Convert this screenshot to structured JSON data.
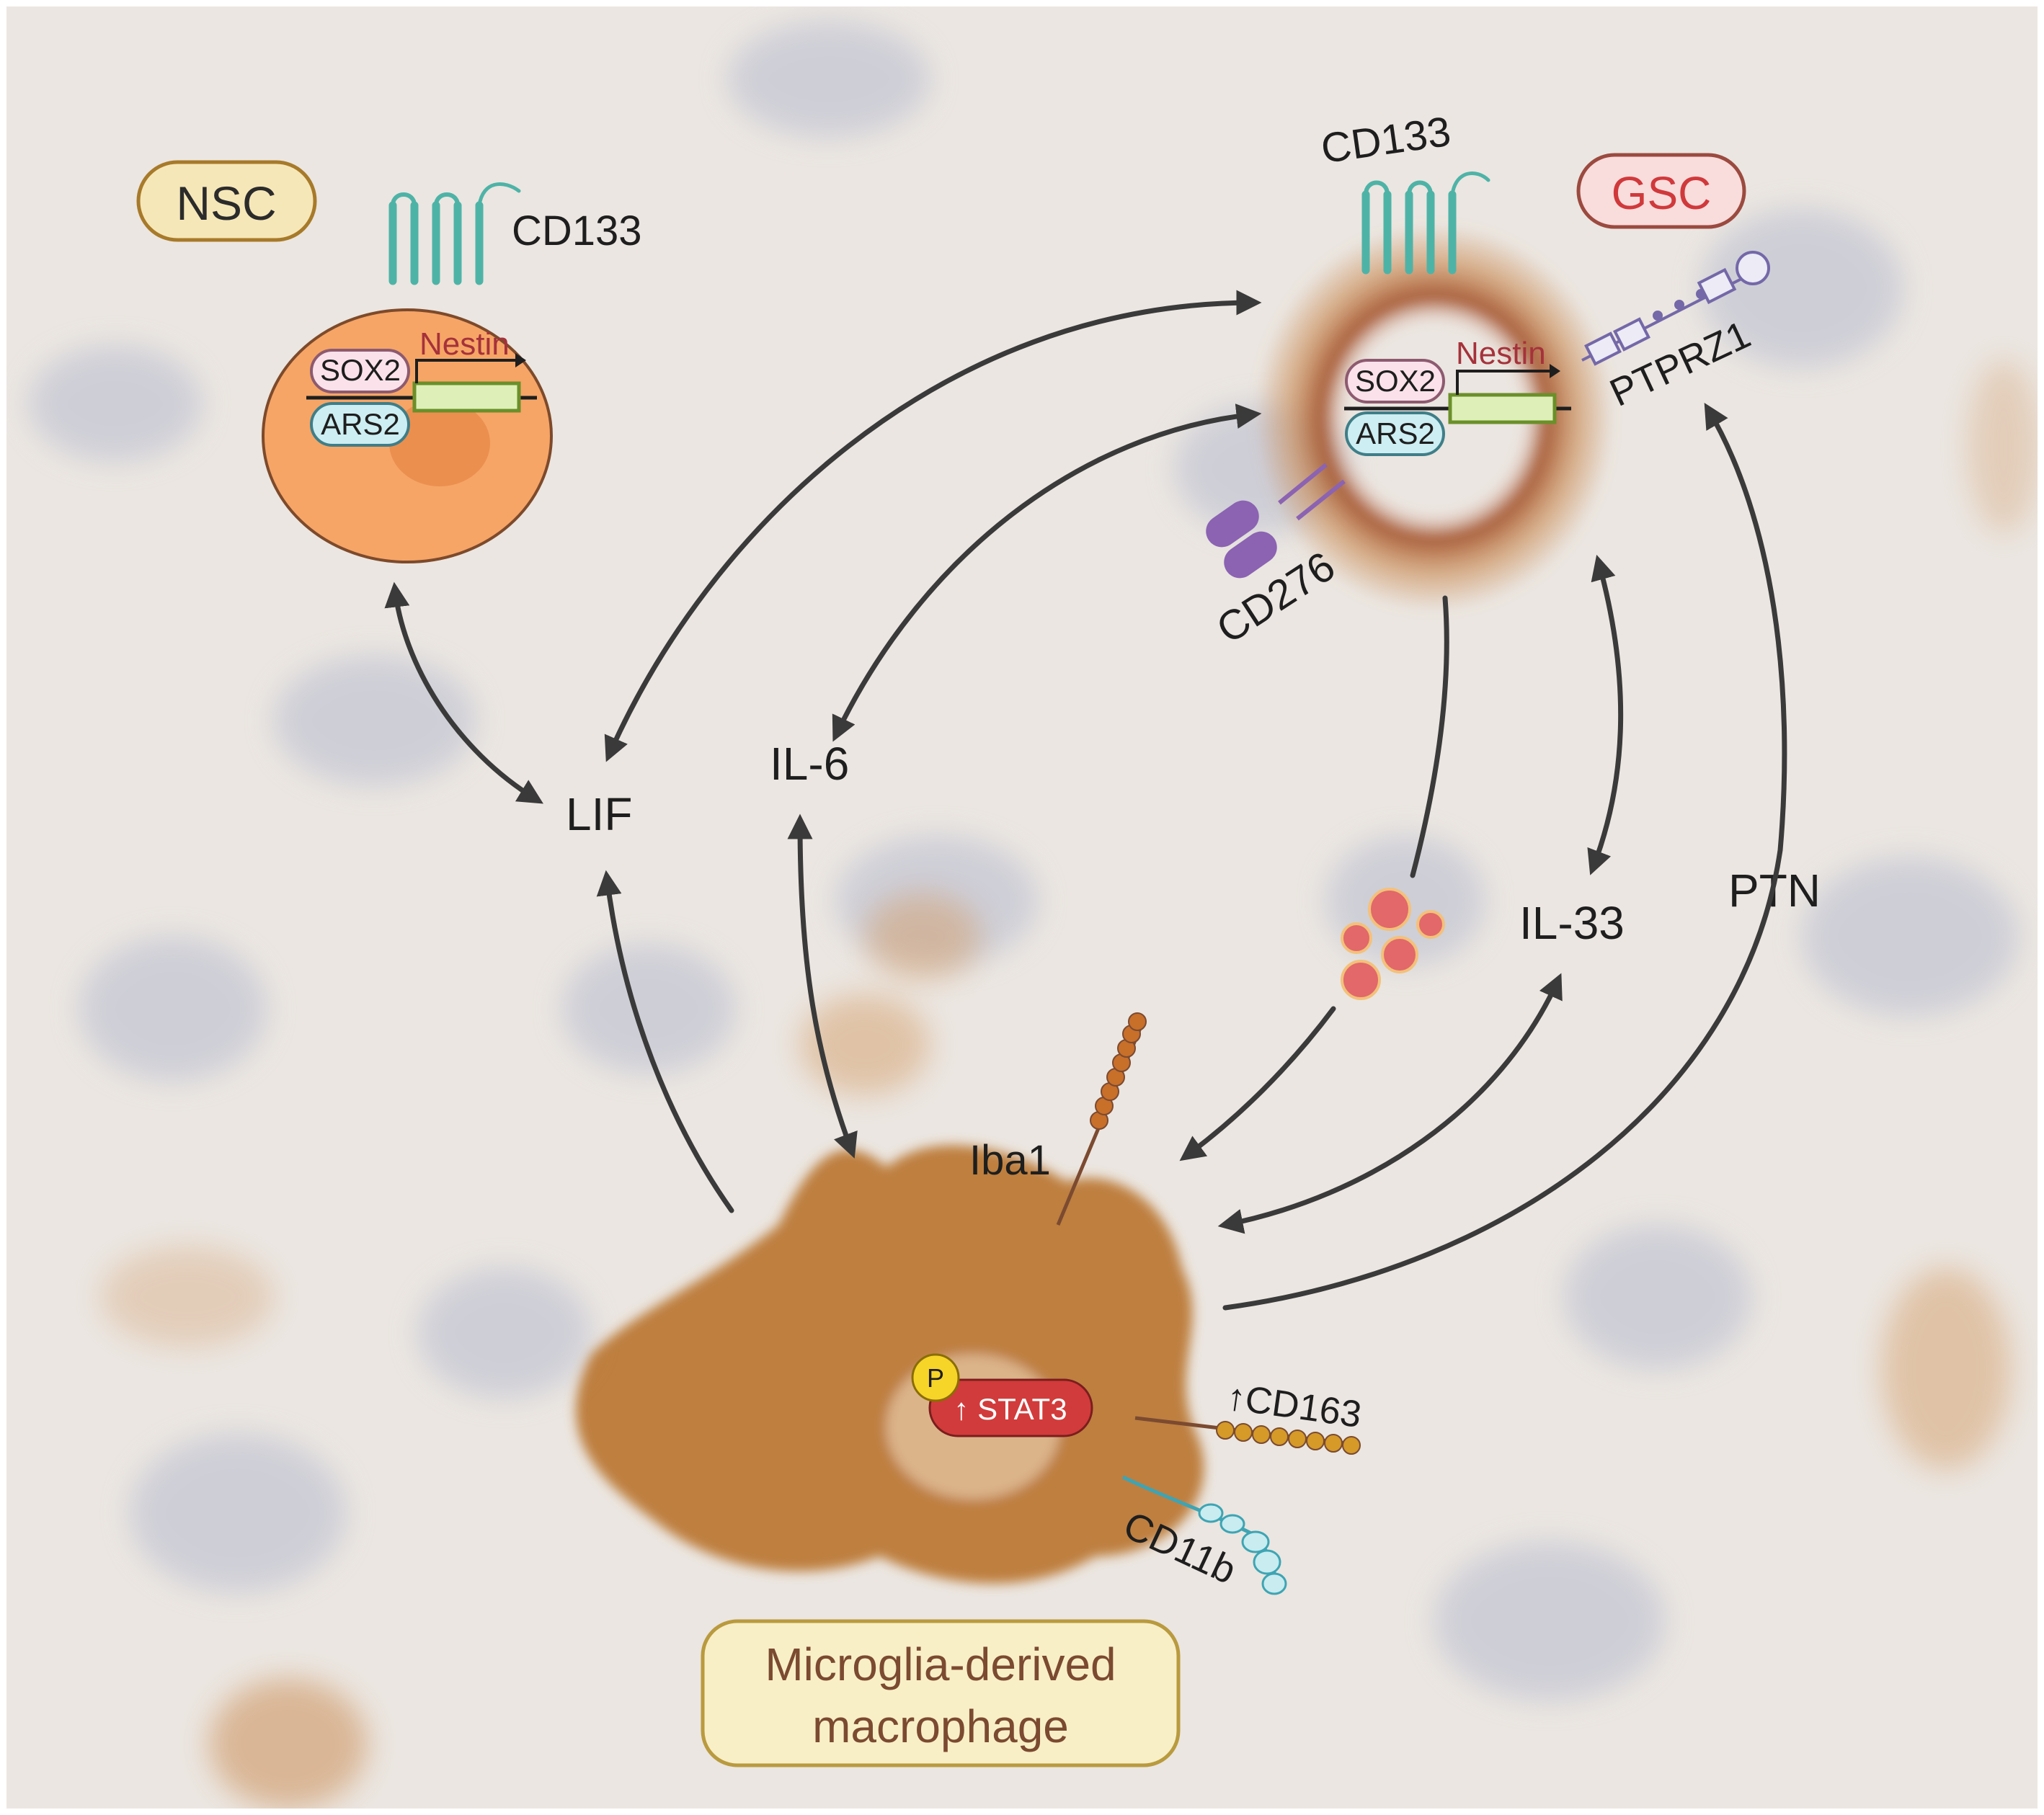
{
  "cells": {
    "nsc": {
      "label": "NSC",
      "receptor": "CD133",
      "tf1": "SOX2",
      "tf2": "ARS2",
      "gene": "Nestin"
    },
    "gsc": {
      "label": "GSC",
      "receptor": "CD133",
      "tf1": "SOX2",
      "tf2": "ARS2",
      "gene": "Nestin",
      "marker1": "PTPRZ1",
      "marker2": "CD276"
    },
    "macrophage": {
      "label_line1": "Microglia-derived",
      "label_line2": "macrophage",
      "marker_iba": "Iba1",
      "stat3": "↑ STAT3",
      "phospho": "P",
      "cd163": "↑CD163",
      "cd11b": "CD11b"
    }
  },
  "signals": {
    "lif": "LIF",
    "il6": "IL-6",
    "il33": "IL-33",
    "ptn": "PTN"
  },
  "colors": {
    "background": "#ece6e0",
    "arrow": "#3a3a3a",
    "nsc_cell": "#f6a566",
    "nsc_badge_fill": "#f6e7b8",
    "nsc_badge_stroke": "#a77a2a",
    "gsc_badge_fill": "#f9dcdc",
    "gsc_badge_stroke": "#9b4a3f",
    "gsc_text": "#d0393b",
    "mac_box_fill": "#f8efc7",
    "mac_box_stroke": "#b99a3e",
    "mac_text": "#7b4a30",
    "stain_brown": "#b9742f",
    "cd133": "#4eb3a7",
    "stat3": "#d23b3b",
    "phospho": "#f7d428",
    "vesicle": "#e26869",
    "cd276": "#8b63b2",
    "nestin_text": "#a5323b"
  }
}
